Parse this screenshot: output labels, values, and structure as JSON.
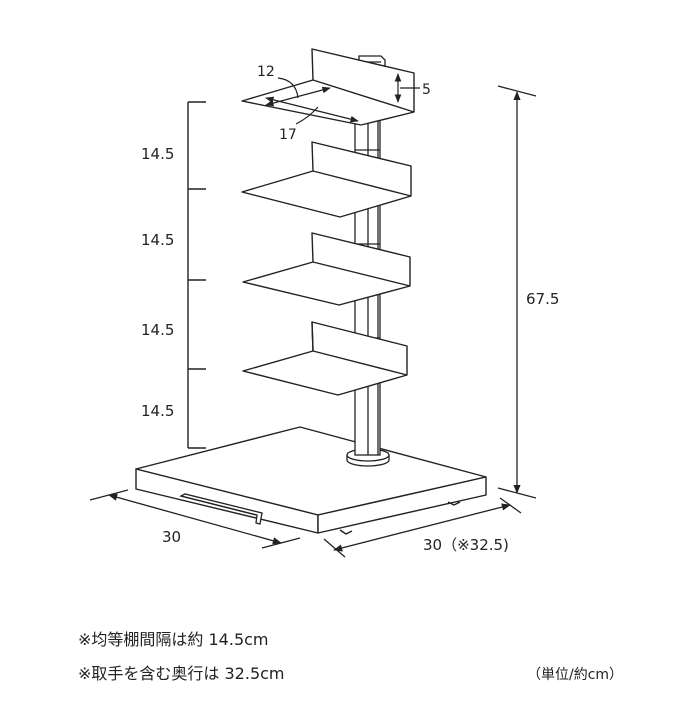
{
  "dimensions": {
    "shelf_depth": "12",
    "shelf_width": "17",
    "shelf_lip": "5",
    "shelf_spacing": [
      "14.5",
      "14.5",
      "14.5",
      "14.5"
    ],
    "total_height": "67.5",
    "base_width": "30",
    "base_depth": "30（※32.5)"
  },
  "notes": [
    "※均等棚間隔は約 14.5cm",
    "※取手を含む奥行は 32.5cm"
  ],
  "unit_label": "（単位/約cm）",
  "colors": {
    "line": "#222222",
    "fill": "#ffffff"
  }
}
